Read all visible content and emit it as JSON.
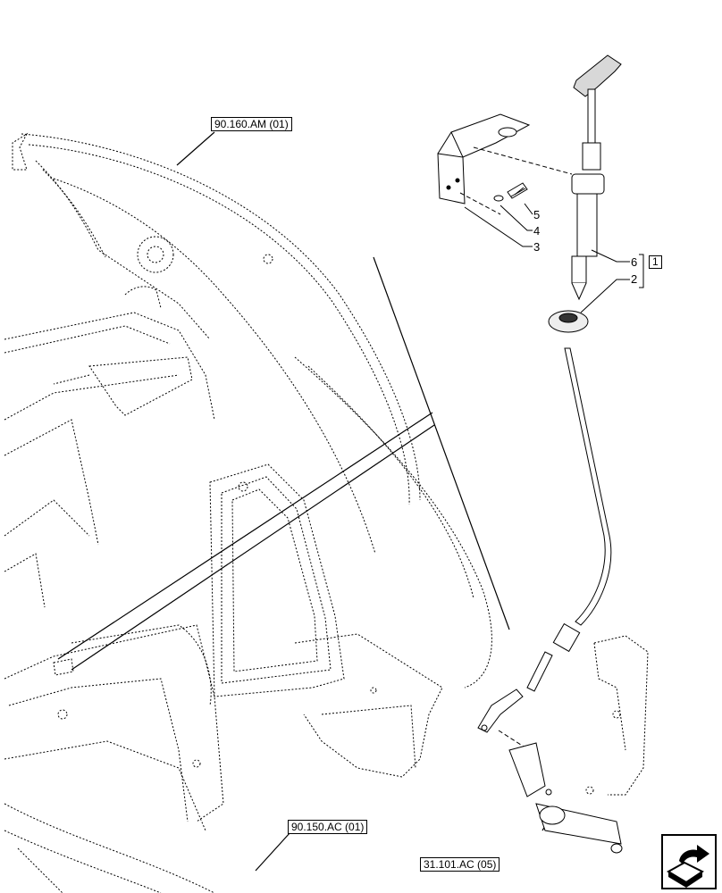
{
  "references": {
    "fender": "90.160.AM (01)",
    "cab_floor": "90.150.AC (01)",
    "linkage": "31.101.AC (05)"
  },
  "callouts": {
    "item_1": "1",
    "item_2": "2",
    "item_3": "3",
    "item_4": "4",
    "item_5": "5",
    "item_6": "6"
  },
  "icons": {
    "next_page": "next-page-arrow-icon"
  }
}
